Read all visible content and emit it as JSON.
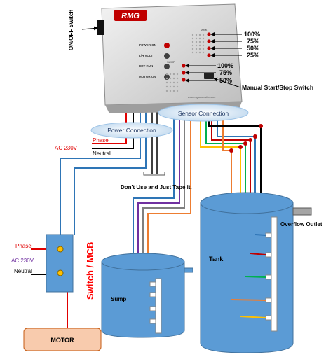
{
  "controller": {
    "brand": "RMG",
    "onoff_switch": "ON/OFF Switch",
    "indicators": [
      "POWER ON",
      "L/H VOLT",
      "DRY RUN",
      "MOTOR ON"
    ],
    "tank_panel_title": "TANK",
    "sump_panel_title": "SUMP",
    "website": "www.rmgautomation.com",
    "manual_switch": "Manual Start/Stop Switch"
  },
  "levels": {
    "tank": [
      "100%",
      "75%",
      "50%",
      "25%"
    ],
    "sump": [
      "100%",
      "75%",
      "50%"
    ]
  },
  "connections": {
    "power": "Power Connection",
    "sensor": "Sensor Connection",
    "ac_supply": "AC 230V",
    "phase": "Phase",
    "neutral": "Neutral",
    "tape_note": "Don't Use and Just Tape it."
  },
  "switch": {
    "label": "Switch / MCB",
    "ac_supply": "AC 230V",
    "phase": "Phase",
    "neutral": "Neutral"
  },
  "motor": {
    "label": "MOTOR"
  },
  "sump": {
    "label": "Sump"
  },
  "tank": {
    "label": "Tank",
    "overflow": "Overflow Outlet"
  },
  "colors": {
    "controller_body": "#dcdcdc",
    "water": "#5b9bd5",
    "motor_fill": "#f8cbad",
    "phase": "#e00000",
    "neutral": "#000000",
    "accent_red": "#ff0000"
  }
}
